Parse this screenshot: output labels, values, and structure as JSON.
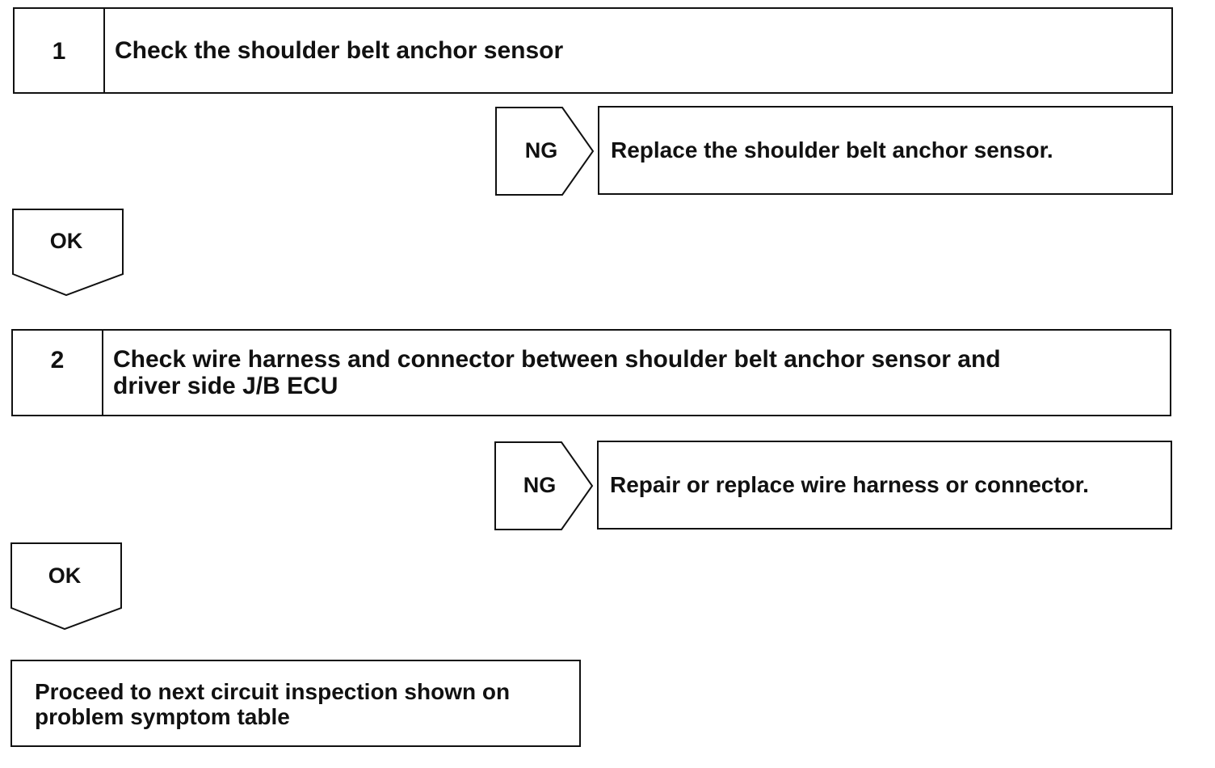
{
  "steps": [
    {
      "number": "1",
      "check": "Check the shoulder belt anchor sensor",
      "ng_label": "NG",
      "ng_action": "Replace the shoulder belt anchor sensor.",
      "ok_label": "OK"
    },
    {
      "number": "2",
      "check_line1": "Check wire harness and connector between shoulder belt anchor sensor and",
      "check_line2": "driver side J/B ECU",
      "ng_label": "NG",
      "ng_action": "Repair or replace wire harness or connector.",
      "ok_label": "OK"
    }
  ],
  "final": {
    "line1": "Proceed to next circuit inspection shown on",
    "line2": "problem symptom table"
  },
  "colors": {
    "stroke": "#111111",
    "background": "#ffffff"
  }
}
